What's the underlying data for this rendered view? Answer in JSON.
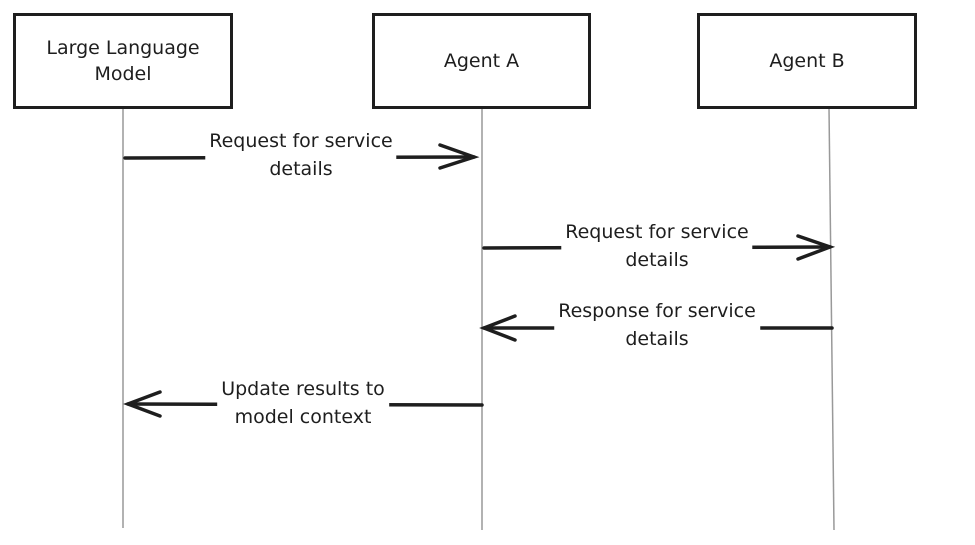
{
  "participants": [
    {
      "label": "Large Language Model"
    },
    {
      "label": "Agent A"
    },
    {
      "label": "Agent B"
    }
  ],
  "messages": [
    {
      "from": "Large Language Model",
      "to": "Agent A",
      "line1": "Request for service",
      "line2": "details"
    },
    {
      "from": "Agent A",
      "to": "Agent B",
      "line1": "Request for service",
      "line2": "details"
    },
    {
      "from": "Agent B",
      "to": "Agent A",
      "line1": "Response for service",
      "line2": "details"
    },
    {
      "from": "Agent A",
      "to": "Large Language Model",
      "line1": "Update results to",
      "line2": "model context"
    }
  ]
}
